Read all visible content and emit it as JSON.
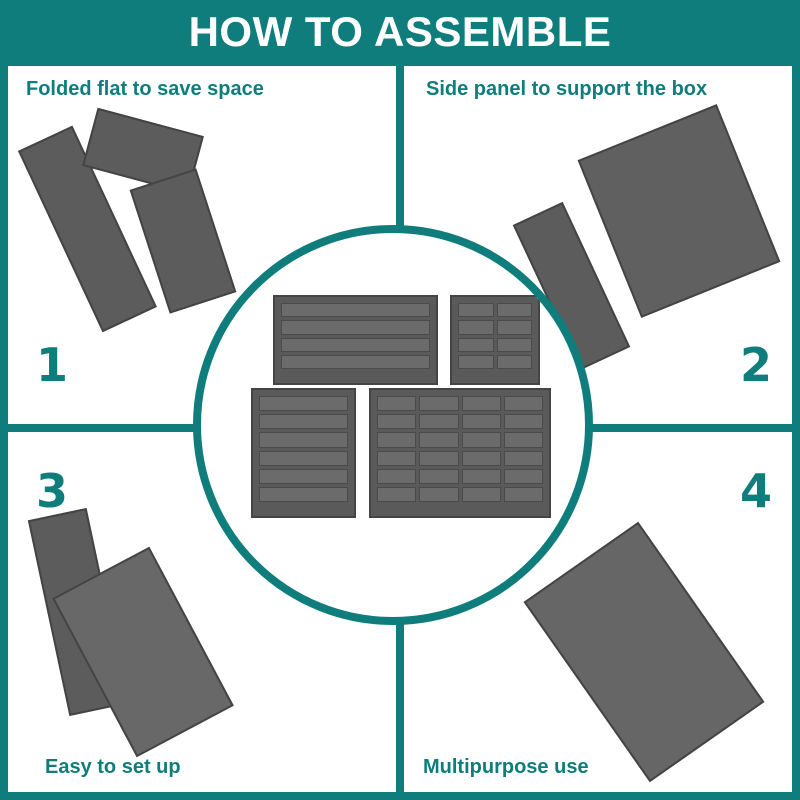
{
  "header": {
    "title": "HOW TO ASSEMBLE"
  },
  "steps": [
    {
      "number": "1",
      "caption": "Folded flat to save space"
    },
    {
      "number": "2",
      "caption": "Side panel to support the box"
    },
    {
      "number": "3",
      "caption": "Easy to set up"
    },
    {
      "number": "4",
      "caption": "Multipurpose use"
    }
  ],
  "colors": {
    "accent": "#0e7d7b",
    "product": "#5a5a5a",
    "background": "#ffffff"
  },
  "center_image": {
    "description": "four-grey-drawer-organizer-boxes"
  }
}
